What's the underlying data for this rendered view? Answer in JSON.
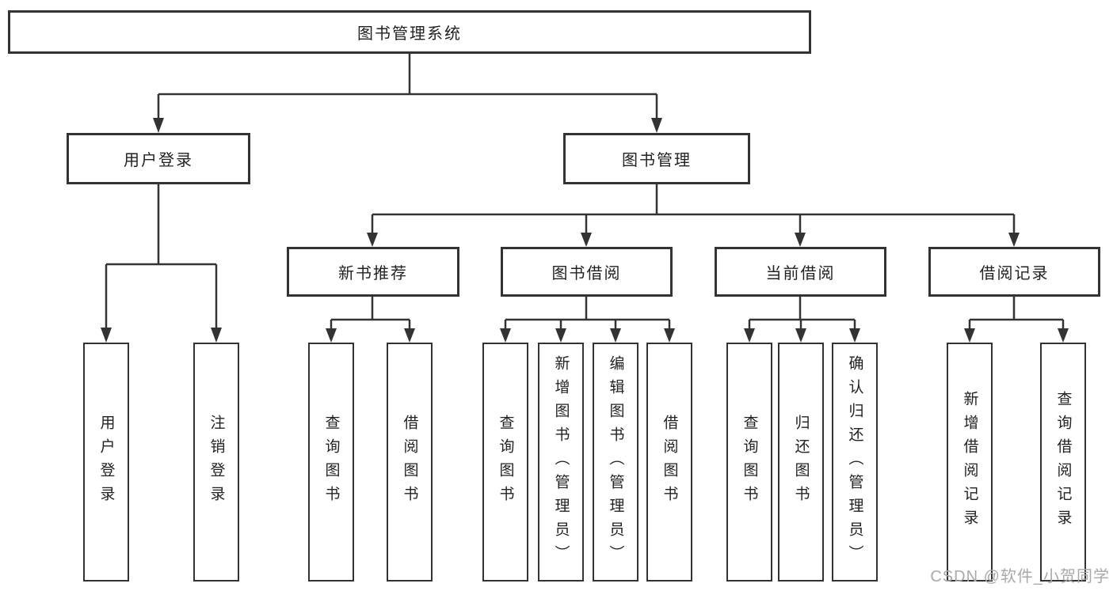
{
  "tree": {
    "label": "图书管理系统",
    "children": [
      {
        "label": "用户登录",
        "children": [
          {
            "label": "用户登录"
          },
          {
            "label": "注销登录"
          }
        ]
      },
      {
        "label": "图书管理",
        "children": [
          {
            "label": "新书推荐",
            "children": [
              {
                "label": "查询图书"
              },
              {
                "label": "借阅图书"
              }
            ]
          },
          {
            "label": "图书借阅",
            "children": [
              {
                "label": "查询图书"
              },
              {
                "label": "新增图书（管理员）"
              },
              {
                "label": "编辑图书（管理员）"
              },
              {
                "label": "借阅图书"
              }
            ]
          },
          {
            "label": "当前借阅",
            "children": [
              {
                "label": "查询图书"
              },
              {
                "label": "归还图书"
              },
              {
                "label": "确认归还（管理员）"
              }
            ]
          },
          {
            "label": "借阅记录",
            "children": [
              {
                "label": "新增借阅记录"
              },
              {
                "label": "查询借阅记录"
              }
            ]
          }
        ]
      }
    ]
  },
  "watermark": {
    "text": "CSDN @软件_小贺同学"
  },
  "colors": {
    "line": "#333333",
    "box_border": "#333333",
    "text": "#222222",
    "watermark": "#a9a9a9",
    "background": "#ffffff"
  }
}
